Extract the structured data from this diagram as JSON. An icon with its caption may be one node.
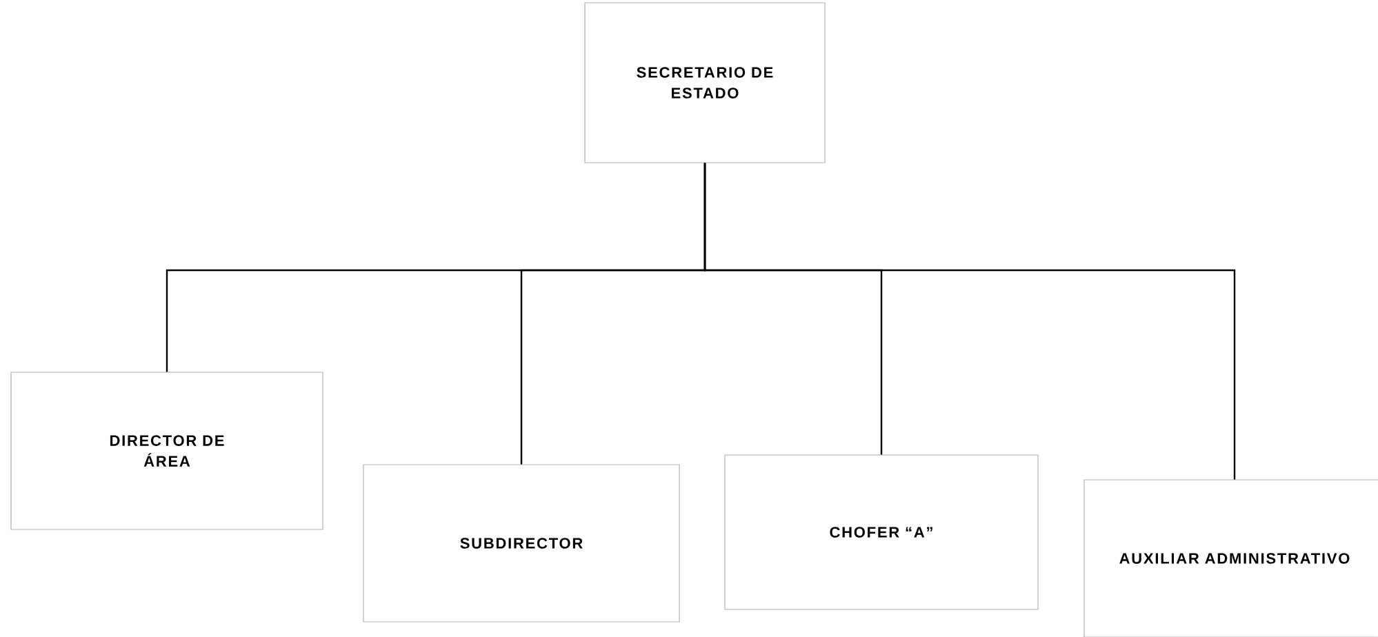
{
  "diagram": {
    "nodes": [
      {
        "text": [
          "SECRETARIO DE ESTADO"
        ]
      },
      {
        "text": [
          "DIRECTOR DE ÁREA"
        ]
      },
      {
        "text": [
          "SUBDIRECTOR"
        ]
      },
      {
        "text": [
          "CHOFER “A”"
        ]
      },
      {
        "text": [
          "AUXILIAR ADMINISTRATIVO"
        ]
      }
    ],
    "edges": [
      {
        "from": 0,
        "to": 1,
        "arrow": "none"
      },
      {
        "from": 0,
        "to": 2,
        "arrow": "none"
      },
      {
        "from": 0,
        "to": 3,
        "arrow": "none"
      },
      {
        "from": 0,
        "to": 4,
        "arrow": "none"
      }
    ]
  }
}
